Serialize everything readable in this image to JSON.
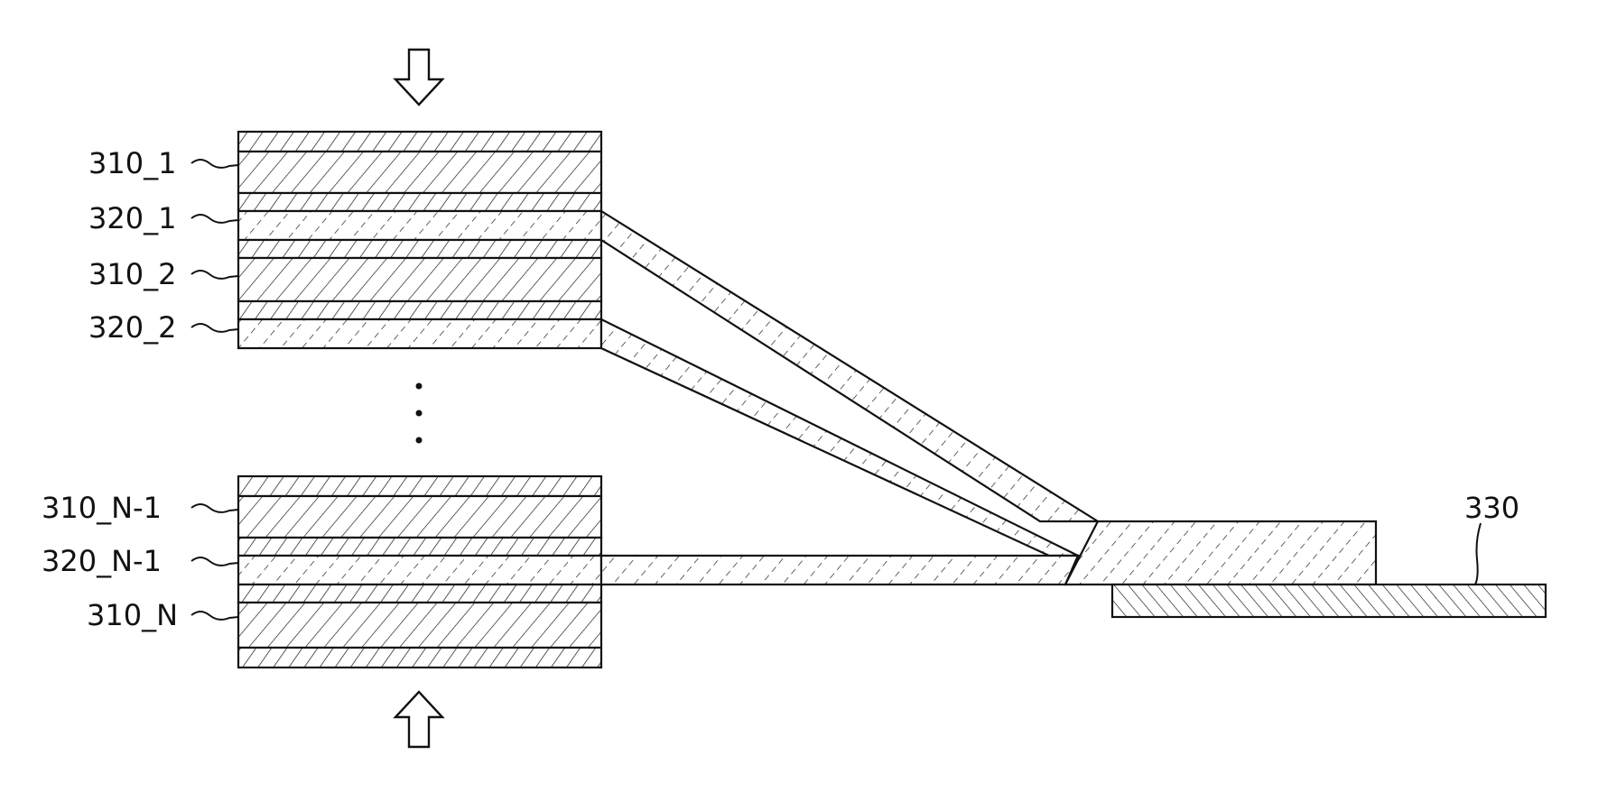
{
  "figure": {
    "labels": {
      "l310_1": "310_1",
      "l320_1": "320_1",
      "l310_2": "310_2",
      "l320_2": "320_2",
      "l310_N1": "310_N-1",
      "l320_N1": "320_N-1",
      "l310_N": "310_N",
      "l330": "330"
    },
    "arrows": [
      "down-arrow-icon",
      "up-arrow-icon"
    ],
    "colors": {
      "stroke": "#111111",
      "background": "#ffffff"
    }
  }
}
